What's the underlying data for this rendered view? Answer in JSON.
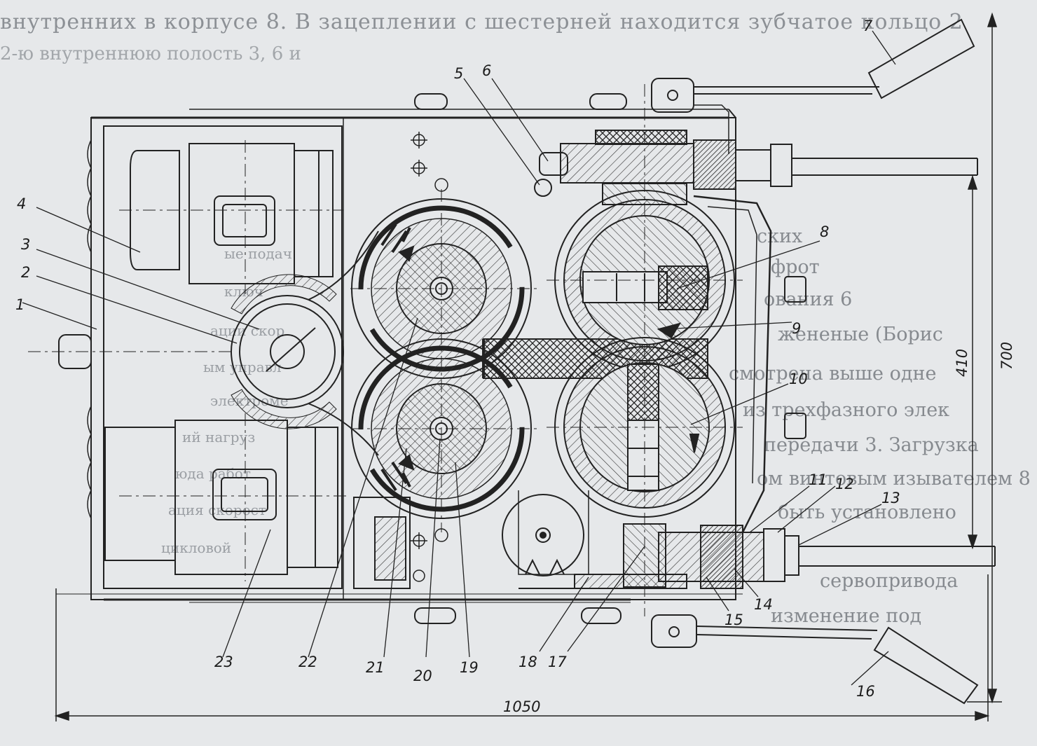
{
  "background_text": {
    "top_lines": [
      "внутренних в корпусе 8. В зацеплении с шестерней находится зубчатое кольцо 2",
      "2-ю внутреннюю полость 3, 6 и"
    ],
    "right_lines": [
      "ских",
      "фрот",
      "ования 6",
      "жененые (Борис",
      "смотрена выше  одне",
      "из трехфазного  элек",
      "передачи 3. Загрузка",
      "ом винтовым  изывателем 8",
      "быть установлено",
      "",
      "сервопривода",
      "изменение  под"
    ],
    "left_lines": [
      "ые подач",
      "ключ",
      "ации скор",
      "ым управл",
      "электроме",
      "ий нагруз",
      "юда   работ",
      "ация скорост",
      "цикловой"
    ]
  },
  "callouts": [
    "1",
    "2",
    "3",
    "4",
    "5",
    "6",
    "7",
    "8",
    "9",
    "10",
    "11",
    "12",
    "13",
    "14",
    "15",
    "16",
    "17",
    "18",
    "19",
    "20",
    "21",
    "22",
    "23"
  ],
  "dimensions": {
    "width": "1050",
    "height_total": "700",
    "height_part": "410"
  },
  "colors": {
    "paper": "#e6e8ea",
    "ink": "#222222"
  }
}
